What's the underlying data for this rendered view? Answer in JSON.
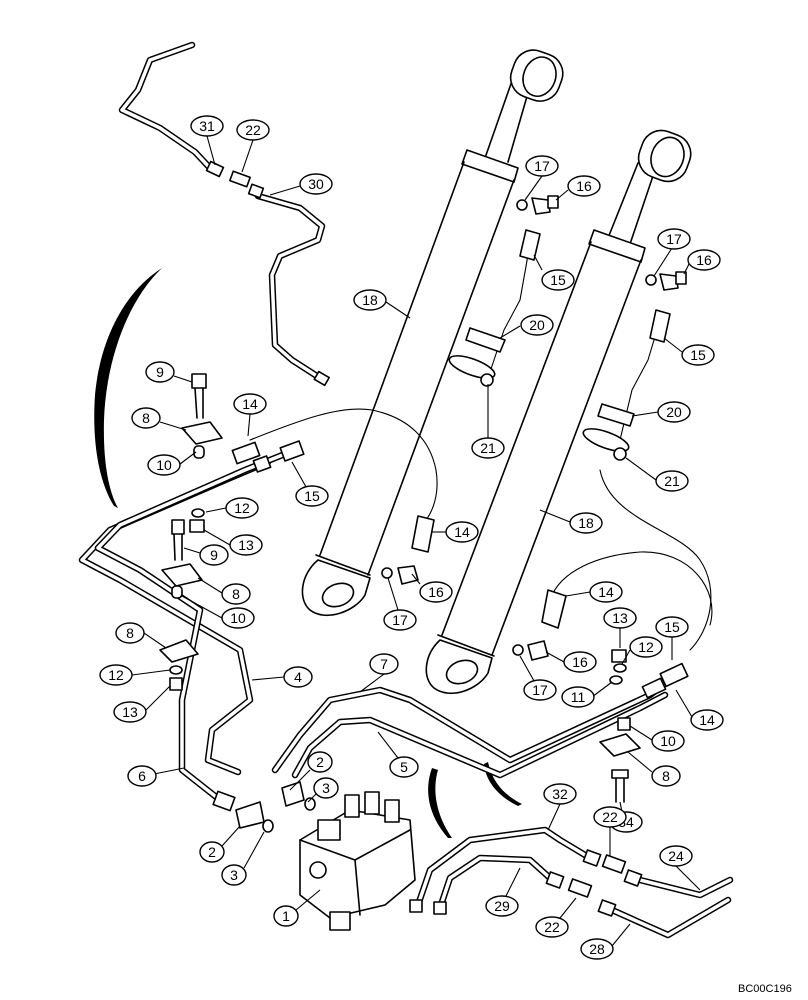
{
  "diagram": {
    "figure_code": "BC00C196",
    "callouts": [
      {
        "label": "31"
      },
      {
        "label": "22"
      },
      {
        "label": "30"
      },
      {
        "label": "17"
      },
      {
        "label": "16"
      },
      {
        "label": "15"
      },
      {
        "label": "17"
      },
      {
        "label": "16"
      },
      {
        "label": "18"
      },
      {
        "label": "20"
      },
      {
        "label": "15"
      },
      {
        "label": "9"
      },
      {
        "label": "14"
      },
      {
        "label": "8"
      },
      {
        "label": "10"
      },
      {
        "label": "21"
      },
      {
        "label": "20"
      },
      {
        "label": "15"
      },
      {
        "label": "21"
      },
      {
        "label": "12"
      },
      {
        "label": "13"
      },
      {
        "label": "14"
      },
      {
        "label": "18"
      },
      {
        "label": "9"
      },
      {
        "label": "16"
      },
      {
        "label": "8"
      },
      {
        "label": "10"
      },
      {
        "label": "17"
      },
      {
        "label": "14"
      },
      {
        "label": "8"
      },
      {
        "label": "13"
      },
      {
        "label": "15"
      },
      {
        "label": "12"
      },
      {
        "label": "12"
      },
      {
        "label": "16"
      },
      {
        "label": "13"
      },
      {
        "label": "4"
      },
      {
        "label": "7"
      },
      {
        "label": "11"
      },
      {
        "label": "17"
      },
      {
        "label": "14"
      },
      {
        "label": "10"
      },
      {
        "label": "5"
      },
      {
        "label": "2"
      },
      {
        "label": "6"
      },
      {
        "label": "3"
      },
      {
        "label": "8"
      },
      {
        "label": "34"
      },
      {
        "label": "2"
      },
      {
        "label": "32"
      },
      {
        "label": "22"
      },
      {
        "label": "3"
      },
      {
        "label": "24"
      },
      {
        "label": "29"
      },
      {
        "label": "1"
      },
      {
        "label": "22"
      },
      {
        "label": "28"
      }
    ]
  }
}
